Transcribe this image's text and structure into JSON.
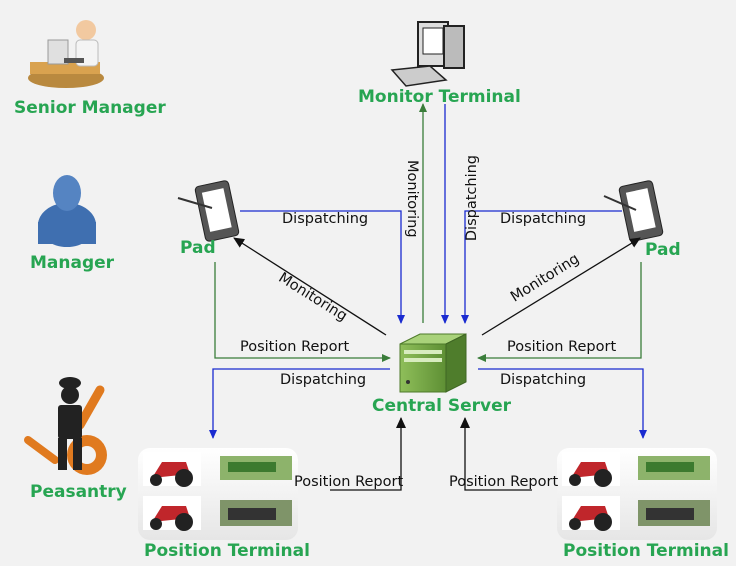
{
  "roles": {
    "senior_manager": "Senior Manager",
    "manager": "Manager",
    "peasantry": "Peasantry"
  },
  "nodes": {
    "monitor_terminal": "Monitor Terminal",
    "central_server": "Central Server",
    "pad_left": "Pad",
    "pad_right": "Pad",
    "position_terminal_left": "Position Terminal",
    "position_terminal_right": "Position Terminal"
  },
  "edges": {
    "monitoring_vertical": "Monitoring",
    "dispatching_vertical": "Dispatching",
    "dispatching_pad_left": "Dispatching",
    "dispatching_pad_right": "Dispatching",
    "monitoring_diag_left": "Monitoring",
    "monitoring_diag_right": "Monitoring",
    "position_report_pad_left": "Position Report",
    "position_report_pad_right": "Position Report",
    "dispatching_terminal_left": "Dispatching",
    "dispatching_terminal_right": "Dispatching",
    "position_report_terminal_left": "Position Report",
    "position_report_terminal_right": "Position Report"
  },
  "colors": {
    "label_green": "#27a552",
    "arrow_blue": "#1a2bd0",
    "arrow_green": "#3a7d3a",
    "arrow_black": "#111111"
  }
}
